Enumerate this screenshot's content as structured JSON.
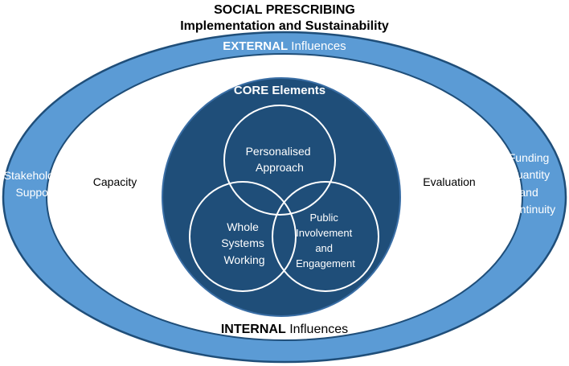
{
  "title": "SOCIAL PRESCRIBING",
  "subtitle": "Implementation and Sustainability",
  "external": {
    "title_bold": "EXTERNAL",
    "title_rest": " Influences",
    "left_line1": "Stakeholder",
    "left_line2": "Support",
    "right_line1": "Funding",
    "right_line2": "Quantity",
    "right_line3": "and",
    "right_line4": "Continuity"
  },
  "internal": {
    "title_bold": "INTERNAL",
    "title_rest": " Influences",
    "left_label": "Capacity",
    "right_label": "Evaluation"
  },
  "core": {
    "title": "CORE Elements",
    "top_line1": "Personalised",
    "top_line2": "Approach",
    "left_line1": "Whole",
    "left_line2": "Systems",
    "left_line3": "Working",
    "right_line1": "Public",
    "right_line2": "Involvement",
    "right_line3": "and",
    "right_line4": "Engagement"
  },
  "colors": {
    "outer_band": "#5b9bd5",
    "core_fill": "#1f4e79",
    "outline": "#1f4e79",
    "inner_white": "#ffffff"
  }
}
